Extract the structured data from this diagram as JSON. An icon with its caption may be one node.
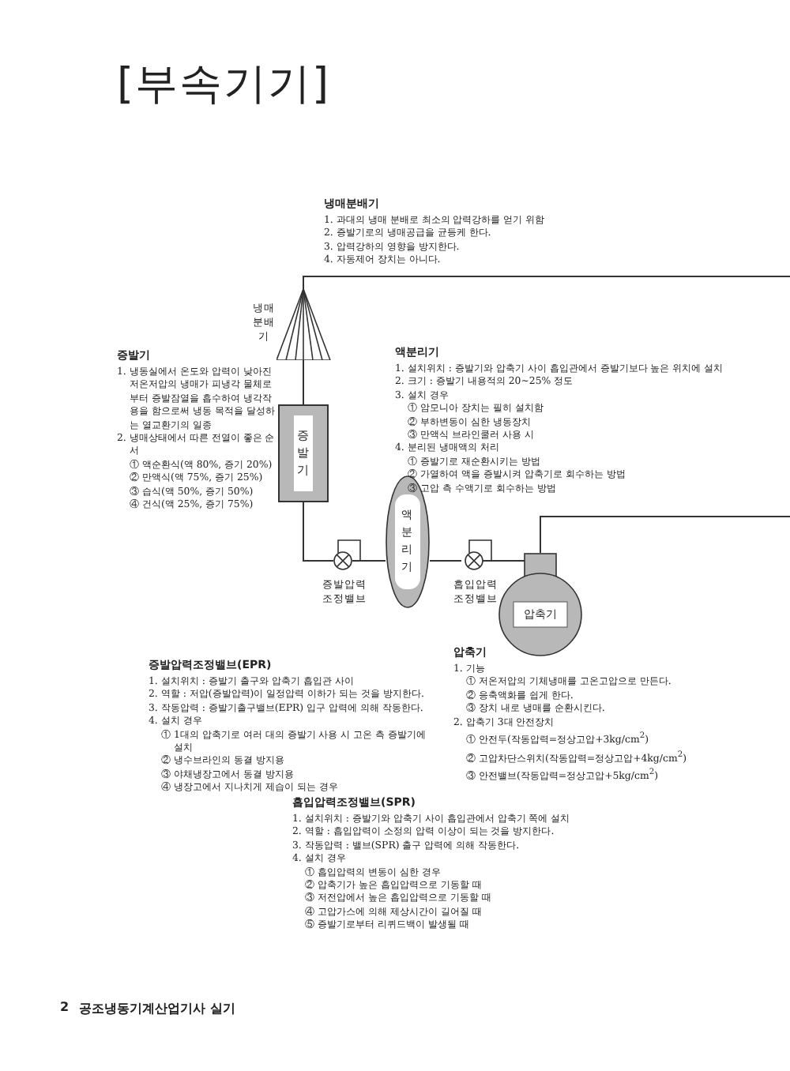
{
  "diagram": {
    "nodes": [
      {
        "text": [
          "냉매 분배기"
        ]
      },
      {
        "text": [
          "증발기"
        ]
      },
      {
        "text": [
          "증발압력 조정밸브"
        ]
      },
      {
        "text": [
          "액분리기"
        ]
      },
      {
        "text": [
          "흡입압력 조정밸브"
        ]
      },
      {
        "text": [
          "압축기"
        ]
      }
    ],
    "edges": [
      {
        "from": null,
        "to": 0,
        "arrow": "none"
      },
      {
        "from": 0,
        "to": 1,
        "arrow": "none"
      },
      {
        "from": 1,
        "to": 2,
        "arrow": "none"
      },
      {
        "from": 2,
        "to": 3,
        "arrow": "none"
      },
      {
        "from": 3,
        "to": 4,
        "arrow": "none"
      },
      {
        "from": 4,
        "to": 5,
        "arrow": "none"
      },
      {
        "from": 5,
        "to": null,
        "arrow": "none"
      }
    ],
    "labels": [
      "[부속기기]",
      "냉매분배기",
      "1. 과대의 냉매 분배로 최소의 압력강하를 얻기 위함",
      "2. 증발기로의 냉매공급을 균등케 한다.",
      "3. 압력강하의 영향을 방지한다.",
      "4. 자동제어 장치는 아니다.",
      "증발기",
      "1. 냉동실에서 온도와 압력이 낮아진 저온저압의 냉매가 피냉각 물체로부터 증발잠열을 흡수하여 냉각작용을 함으로써 냉동 목적을 달성하는 열교환기의 일종",
      "2. 냉매상태에서 따른 전열이 좋은 순서",
      "① 액순환식(액 80%, 증기 20%)",
      "② 만액식(액 75%, 증기 25%)",
      "③ 습식(액 50%, 증기 50%)",
      "④ 건식(액 25%, 증기 75%)",
      "액분리기",
      "1. 설치위치 : 증발기와 압축기 사이 흡입관에서 증발기보다 높은 위치에 설치",
      "2. 크기 : 증발기 내용적의 20~25% 정도",
      "3. 설치 경우",
      "① 암모니아 장치는 필히 설치함",
      "② 부하변동이 심한 냉동장치",
      "③ 만액식 브라인쿨러 사용 시",
      "4. 분리된 냉매액의 처리",
      "① 증발기로 재순환시키는 방법",
      "② 가열하여 액을 증발시켜 압축기로 회수하는 방법",
      "③ 고압 측 수액기로 회수하는 방법",
      "증발압력조정밸브(EPR)",
      "1. 설치위치 : 증발기 출구와 압축기 흡입관 사이",
      "2. 역할 : 저압(증발압력)이 일정압력 이하가 되는 것을 방지한다.",
      "3. 작동압력 : 증발기출구밸브(EPR) 입구 압력에 의해 작동한다.",
      "4. 설치 경우",
      "① 1대의 압축기로 여러 대의 증발기 사용 시 고온 측 증발기에 설치",
      "② 냉수브라인의 동결 방지용",
      "③ 야채냉장고에서 동결 방지용",
      "④ 냉장고에서 지나치게 제습이 되는 경우",
      "압축기",
      "1. 기능",
      "① 저온저압의 기체냉매를 고온고압으로 만든다.",
      "② 응축액화를 쉽게 한다.",
      "③ 장치 내로 냉매를 순환시킨다.",
      "2. 압축기 3대 안전장치",
      "① 안전두(작동압력=정상고압+3kg/cm$^{2}$)",
      "② 고압차단스위치(작동압력=정상고압+4kg/cm$^{2}$)",
      "③ 안전밸브(작동압력=정상고압+5kg/cm$^{2}$)",
      "흡입압력조정밸브(SPR)",
      "1. 설치위치 : 증발기와 압축기 사이 흡입관에서 압축기 쪽에 설치",
      "2. 역할 : 흡입압력이 소정의 압력 이상이 되는 것을 방지한다.",
      "3. 작동압력 : 밸브(SPR) 출구 압력에 의해 작동한다.",
      "4. 설치 경우",
      "① 흡입압력의 변동이 심한 경우",
      "② 압축기가 높은 흡입압력으로 기동할 때",
      "③ 저전압에서 높은 흡입압력으로 기동할 때",
      "④ 고압가스에 의해 제상시간이 길어질 때",
      "⑤ 증발기로부터 리퀴드백이 발생될 때",
      "2",
      "공조냉동기계산업기사 실기"
    ]
  }
}
